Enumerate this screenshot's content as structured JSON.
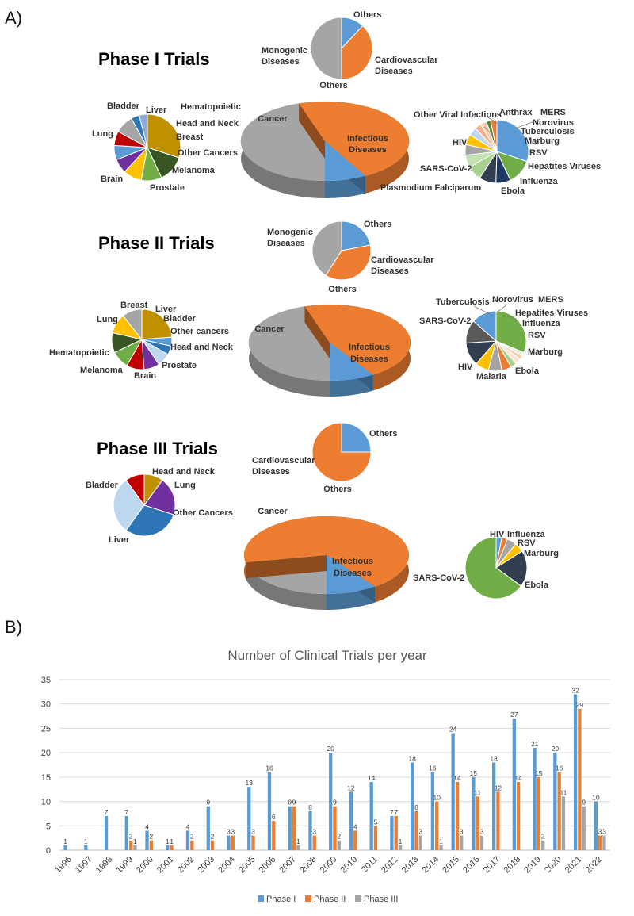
{
  "panel_labels": {
    "a": "A)",
    "b": "B)"
  },
  "colors": {
    "phase1": "#5B9BD5",
    "phase2": "#ED7D31",
    "phase3": "#A5A5A5",
    "cancer": "#A5A5A5",
    "infectious": "#ED7D31",
    "others": "#5B9BD5",
    "monogenic": "#A5A5A5",
    "cardiovascular": "#ED7D31"
  },
  "chart_data": [
    {
      "type": "pie",
      "title": "Phase I Trials",
      "categories": [
        "Cancer",
        "Infectious Diseases",
        "Others"
      ],
      "values": [
        45,
        47,
        8
      ],
      "sub_pies": [
        {
          "labels": [
            "Lung",
            "Brain",
            "Prostate",
            "Melanoma",
            "Other Cancers",
            "Breast",
            "Head and Neck",
            "Hematopoietic",
            "Liver",
            "Bladder"
          ],
          "values": [
            30,
            13,
            10,
            9,
            7,
            7,
            7,
            9,
            4,
            4
          ]
        },
        {
          "labels": [
            "HIV",
            "SARS-CoV-2",
            "Plasmodium Falciparum",
            "Ebola",
            "Influenza",
            "Hepatites Viruses",
            "RSV",
            "Marburg",
            "Tuberculosis",
            "Norovirus",
            "MERS",
            "Anthrax",
            "Other Viral Infections"
          ],
          "values": [
            28,
            12,
            7,
            8,
            7,
            6,
            5,
            5,
            4,
            3,
            3,
            2,
            3
          ]
        },
        {
          "labels": [
            "Others",
            "Cardiovascular Diseases",
            "Monogenic Diseases"
          ],
          "values": [
            12,
            38,
            50
          ]
        }
      ]
    },
    {
      "type": "pie",
      "title": "Phase II Trials",
      "categories": [
        "Cancer",
        "Infectious Diseases",
        "Others"
      ],
      "values": [
        45,
        46,
        9
      ],
      "sub_pies": [
        {
          "labels": [
            "Lung",
            "Breast",
            "Liver",
            "Bladder",
            "Other cancers",
            "Head and Neck",
            "Prostate",
            "Brain",
            "Melanoma",
            "Hematopoietic"
          ],
          "values": [
            20,
            4,
            4,
            6,
            7,
            8,
            8,
            9,
            9,
            9
          ]
        },
        {
          "labels": [
            "SARS-CoV-2",
            "Tuberculosis",
            "Norovirus",
            "MERS",
            "Hepatites Viruses",
            "Influenza",
            "RSV",
            "Marburg",
            "Ebola",
            "Malaria",
            "HIV"
          ],
          "values": [
            30,
            2,
            2,
            3,
            3,
            5,
            7,
            7,
            12,
            12,
            13
          ]
        },
        {
          "labels": [
            "Others",
            "Cardiovascular Diseases",
            "Monogenic Diseases"
          ],
          "values": [
            22,
            37,
            41
          ]
        }
      ]
    },
    {
      "type": "pie",
      "title": "Phase III Trials",
      "categories": [
        "Cancer",
        "Infectious Diseases",
        "Others"
      ],
      "values": [
        22,
        68,
        10
      ],
      "sub_pies": [
        {
          "labels": [
            "Lung",
            "Other Cancers",
            "Liver",
            "Bladder",
            "Head and Neck"
          ],
          "values": [
            10,
            20,
            30,
            30,
            10
          ]
        },
        {
          "labels": [
            "HIV",
            "Influenza",
            "RSV",
            "Marburg",
            "Ebola",
            "SARS-CoV-2"
          ],
          "values": [
            3,
            3,
            5,
            5,
            19,
            65
          ]
        },
        {
          "labels": [
            "Others",
            "Cardiovascular Diseases"
          ],
          "values": [
            25,
            75
          ]
        }
      ]
    },
    {
      "type": "bar",
      "title": "Number of Clinical Trials per year",
      "categories": [
        "1996",
        "1997",
        "1998",
        "1999",
        "2000",
        "2001",
        "2002",
        "2003",
        "2004",
        "2005",
        "2006",
        "2007",
        "2008",
        "2009",
        "2010",
        "2011",
        "2012",
        "2013",
        "2014",
        "2015",
        "2016",
        "2017",
        "2018",
        "2019",
        "2020",
        "2021",
        "2022"
      ],
      "series": [
        {
          "name": "Phase I",
          "values": [
            1,
            1,
            7,
            7,
            4,
            1,
            4,
            9,
            3,
            13,
            16,
            9,
            8,
            20,
            12,
            14,
            7,
            18,
            16,
            24,
            15,
            18,
            27,
            21,
            20,
            32,
            10
          ]
        },
        {
          "name": "Phase II",
          "values": [
            0,
            0,
            0,
            2,
            2,
            1,
            2,
            2,
            3,
            3,
            6,
            9,
            3,
            9,
            4,
            5,
            7,
            8,
            10,
            14,
            11,
            12,
            14,
            15,
            16,
            29,
            3
          ]
        },
        {
          "name": "Phase III",
          "values": [
            0,
            0,
            0,
            1,
            0,
            0,
            0,
            0,
            0,
            0,
            0,
            1,
            0,
            2,
            0,
            0,
            1,
            3,
            1,
            3,
            3,
            0,
            0,
            2,
            11,
            9,
            3
          ]
        }
      ],
      "ylim": [
        0,
        35
      ],
      "yticks": [
        0,
        5,
        10,
        15,
        20,
        25,
        30,
        35
      ],
      "grid": true,
      "legend": "bottom",
      "xlabel": "",
      "ylabel": ""
    }
  ]
}
